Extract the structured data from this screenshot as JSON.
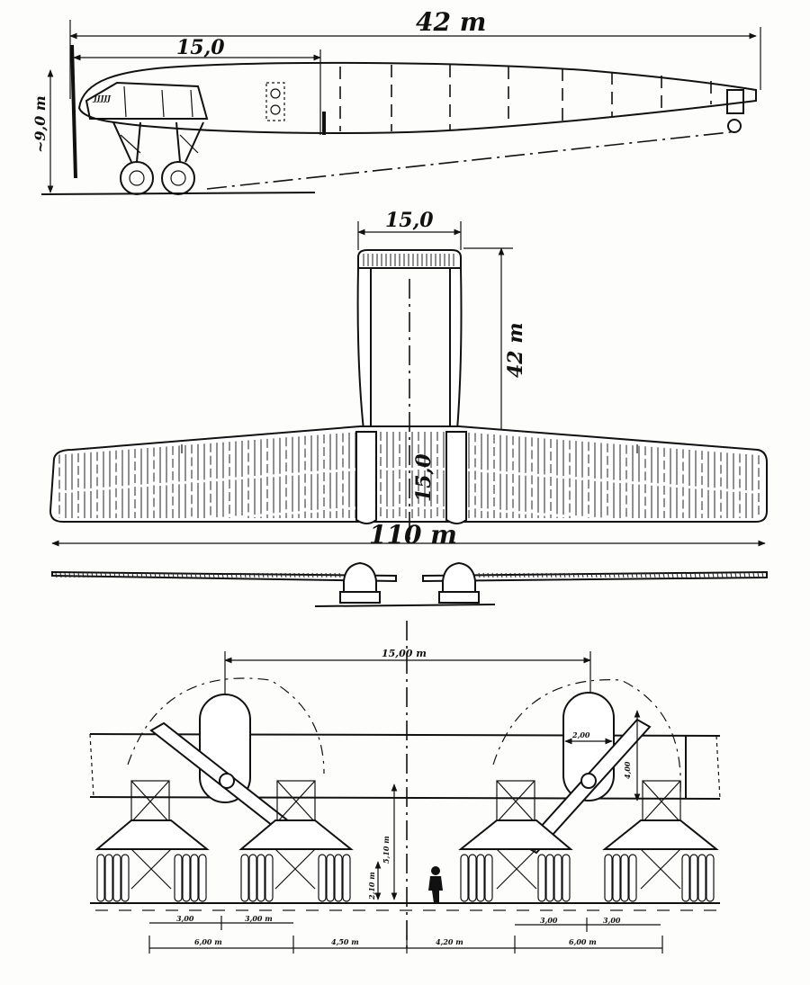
{
  "drawing": {
    "side_view": {
      "length_label": "42 m",
      "nose_section_label": "15,0",
      "height_label": "~9,0 m"
    },
    "plan_view": {
      "tail_span_label": "15,0",
      "tail_length_label": "42 m",
      "chord_label": "15,0",
      "wingspan_label": "110 m"
    },
    "detail_view": {
      "engine_spacing_label": "15,00 m",
      "dims": {
        "pod_height": "2,00",
        "pod_gap": "4,00",
        "wheel_height": "5,10 m",
        "axle_height": "2,10 m",
        "bogie_left_a": "3,00",
        "bogie_left_b": "3,00 m",
        "bogie_right_a": "3,00",
        "bogie_right_b": "3,00",
        "track_left": "6,00 m",
        "track_mid_left": "4,50 m",
        "track_mid_right": "4,20 m",
        "track_right": "6,00 m"
      }
    }
  }
}
